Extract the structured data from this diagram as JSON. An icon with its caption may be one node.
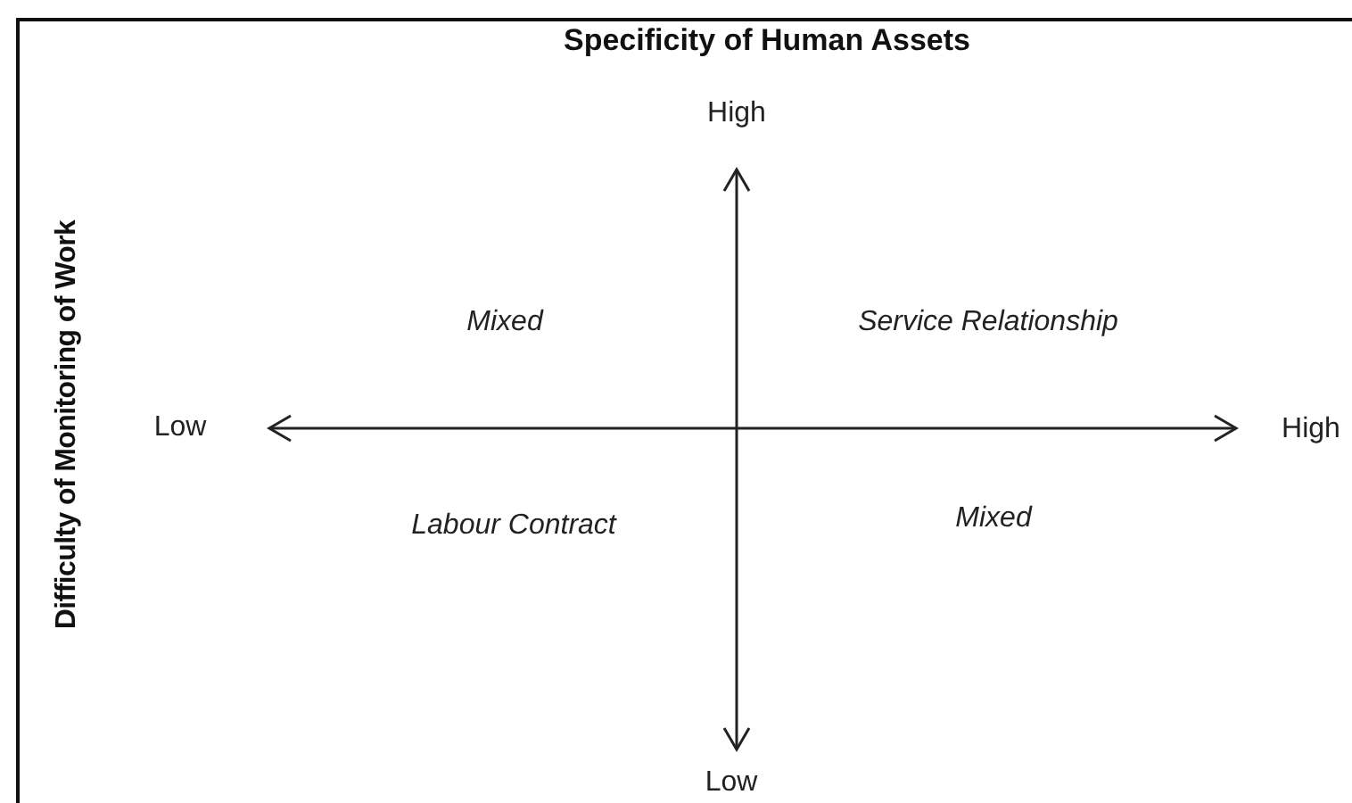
{
  "diagram": {
    "title": "Specificity of Human Assets",
    "labels": [
      "Difficulty of Monitoring of Work",
      "High",
      "Mixed",
      "Service Relationship",
      "Low",
      "High",
      "Labour Contract",
      "Mixed",
      "Low"
    ]
  }
}
